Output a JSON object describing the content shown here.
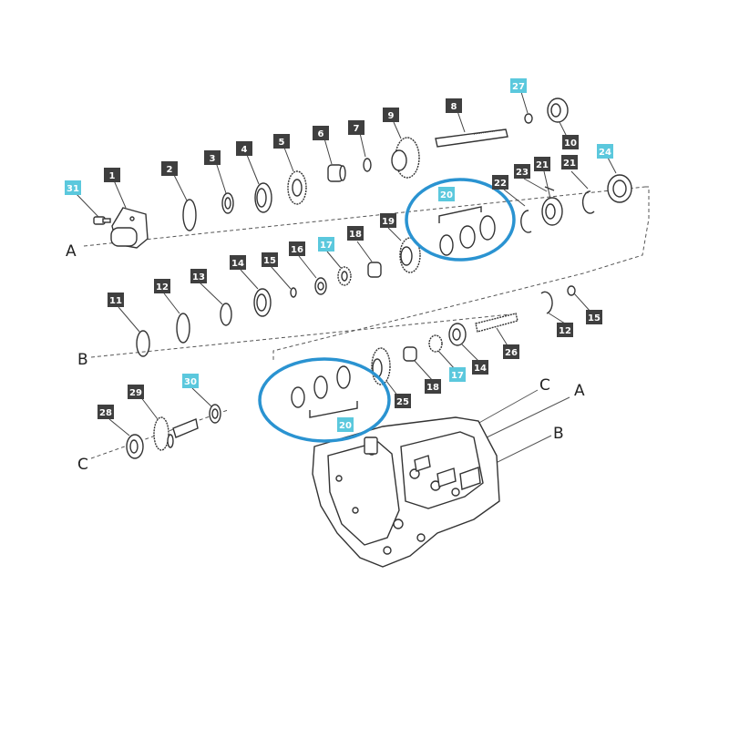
{
  "diagram": {
    "axis_letters": {
      "a_left": "A",
      "b_left": "B",
      "c_left": "C",
      "c_right": "C",
      "a_right": "A",
      "b_right": "B"
    },
    "colors": {
      "dark_tag": "#3f3f3f",
      "highlight_tag": "#5bc8dd",
      "circle": "#2a93d1",
      "line": "#444444"
    },
    "callouts": [
      {
        "text": "31",
        "style": "highlight"
      },
      {
        "text": "1",
        "style": "dark"
      },
      {
        "text": "2",
        "style": "dark"
      },
      {
        "text": "3",
        "style": "dark"
      },
      {
        "text": "4",
        "style": "dark"
      },
      {
        "text": "5",
        "style": "dark"
      },
      {
        "text": "6",
        "style": "dark"
      },
      {
        "text": "7",
        "style": "dark"
      },
      {
        "text": "9",
        "style": "dark"
      },
      {
        "text": "8",
        "style": "dark"
      },
      {
        "text": "27",
        "style": "highlight"
      },
      {
        "text": "10",
        "style": "dark"
      },
      {
        "text": "24",
        "style": "highlight"
      },
      {
        "text": "22",
        "style": "dark"
      },
      {
        "text": "23",
        "style": "dark"
      },
      {
        "text": "21",
        "style": "dark"
      },
      {
        "text": "21",
        "style": "dark"
      },
      {
        "text": "20",
        "style": "highlight"
      },
      {
        "text": "19",
        "style": "dark"
      },
      {
        "text": "18",
        "style": "dark"
      },
      {
        "text": "17",
        "style": "highlight"
      },
      {
        "text": "16",
        "style": "dark"
      },
      {
        "text": "15",
        "style": "dark"
      },
      {
        "text": "14",
        "style": "dark"
      },
      {
        "text": "13",
        "style": "dark"
      },
      {
        "text": "12",
        "style": "dark"
      },
      {
        "text": "11",
        "style": "dark"
      },
      {
        "text": "12",
        "style": "dark"
      },
      {
        "text": "15",
        "style": "dark"
      },
      {
        "text": "26",
        "style": "dark"
      },
      {
        "text": "14",
        "style": "dark"
      },
      {
        "text": "17",
        "style": "highlight"
      },
      {
        "text": "18",
        "style": "dark"
      },
      {
        "text": "25",
        "style": "dark"
      },
      {
        "text": "20",
        "style": "highlight"
      },
      {
        "text": "30",
        "style": "highlight"
      },
      {
        "text": "29",
        "style": "dark"
      },
      {
        "text": "28",
        "style": "dark"
      }
    ]
  }
}
